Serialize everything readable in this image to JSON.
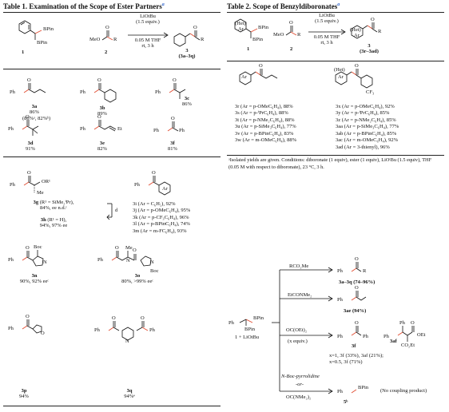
{
  "table1": {
    "title": "Table 1. Examination of the Scope of Ester Partners",
    "title_sup": "a",
    "conditions": [
      "LiOtBu",
      "(1.5 equiv.)",
      "0.05 M THF",
      "rt, 3 h"
    ],
    "reagent1_label": "1",
    "reagent2_label": "2",
    "product_label": "3",
    "product_range": "(3a–3q)",
    "compounds": [
      {
        "id": "3a",
        "yield": "86%",
        "extra": "(86%ᵃ, 82%ᵇ)"
      },
      {
        "id": "3b",
        "yield": "89%"
      },
      {
        "id": "3c",
        "yield": "86%"
      },
      {
        "id": "3d",
        "yield": "91%"
      },
      {
        "id": "3e",
        "yield": "82%"
      },
      {
        "id": "3f",
        "yield": "81%"
      },
      {
        "id": "3g",
        "sub": "(R¹ = SiMe₂ⁱPr),",
        "yield": "84%, ee n.d.ᶜ"
      },
      {
        "id": "3h",
        "sub": "(R¹ = H),",
        "yield": "94%, 97% ee"
      },
      {
        "id": "3n",
        "yield": "90%, 92% eeᶜ"
      },
      {
        "id": "3o",
        "yield": "80%, >99% eeᶜ"
      },
      {
        "id": "3p",
        "yield": "94%"
      },
      {
        "id": "3q",
        "yield": "94%ᵉ"
      }
    ],
    "aryl_list": [
      "3i (Ar = C₆H₅), 92%",
      "3j (Ar = p-OMeC₆H₄), 95%",
      "3k (Ar = p-CF₃C₆H₄), 96%",
      "3l (Ar = p-BPinC₆H₄), 74%",
      "3m (Ar = m-FC₆H₄), 93%"
    ],
    "step_label": "d"
  },
  "table2": {
    "title": "Table 2. Scope of Benzyldiboronates",
    "title_sup": "a",
    "conditions": [
      "LiOtBu",
      "(1.5 equiv.)",
      "0.05 M THF",
      "rt, 3 h"
    ],
    "reagent1_label": "1",
    "reagent2_label": "2",
    "product_label": "3",
    "product_range": "(3r–3ad)",
    "col1": [
      "3r (Ar = p-OMeC₆H₄), 88%",
      "3s (Ar = p-ⁱPrC₆H₄), 88%",
      "3t (Ar = p-NMe₂C₆H₄), 88%",
      "3u (Ar = p-SiMe₃C₆H₄), 77%",
      "3v (Ar = p-BPinC₆H₄), 83%",
      "3w (Ar = m-OMeC₆H₄), 88%"
    ],
    "col2": [
      "3x (Ar = p-OMeC₆H₄), 92%",
      "3y (Ar = p-ⁱPrC₆H₄), 85%",
      "3z (Ar = p-NMe₂C₆H₄), 85%",
      "3aa (Ar = p-SiMe₃C₆H₄), 77%",
      "3ab (Ar = p-BPinC₆H₄), 85%",
      "3ac (Ar = m-OMeC₆H₄), 92%",
      "3ad (Ar = 3-thienyl), 96%"
    ],
    "footnote": "ᵃIsolated yields are given. Conditions: diboronate (1 equiv), ester (1 equiv), LiOᵗBu (1.5 equiv), THF (0.05 M with respect to diboronate), 23 °C, 3 h."
  },
  "scheme": {
    "start_label": "1 + LiOtBu",
    "branches": [
      {
        "reagent": "RCO₂Me",
        "result": "3a–3q (74–96%)"
      },
      {
        "reagent": "EtCONMe₂",
        "result": "3ae (94%)"
      },
      {
        "reagent": "OC(OEt)₂",
        "note": "(x equiv.)",
        "product_a": "3f",
        "product_b": "3af",
        "lines": [
          "x=1,    3f (33%), 3af (21%);",
          "x=0.5, 3f (71%)"
        ]
      },
      {
        "reagent": "N-Boc-pyrrolidine",
        "or": "-or-",
        "reagent_alt": "OC(NMe₂)₂",
        "result": "5ᵇ",
        "note": "(No coupling product)"
      }
    ]
  },
  "atoms": {
    "ph": "Ph",
    "bpin": "BPin",
    "meo": "MeO",
    "o": "O",
    "r": "R",
    "et": "Et",
    "or1": "OR¹",
    "boc": "Boc",
    "n": "N",
    "me": "Me",
    "ar": "Ar",
    "het": "(Het)",
    "cf3": "CF₃",
    "oet": "OEt",
    "co2et": "CO₂Et"
  },
  "colors": {
    "accent": "#e0472a",
    "text": "#111111"
  }
}
